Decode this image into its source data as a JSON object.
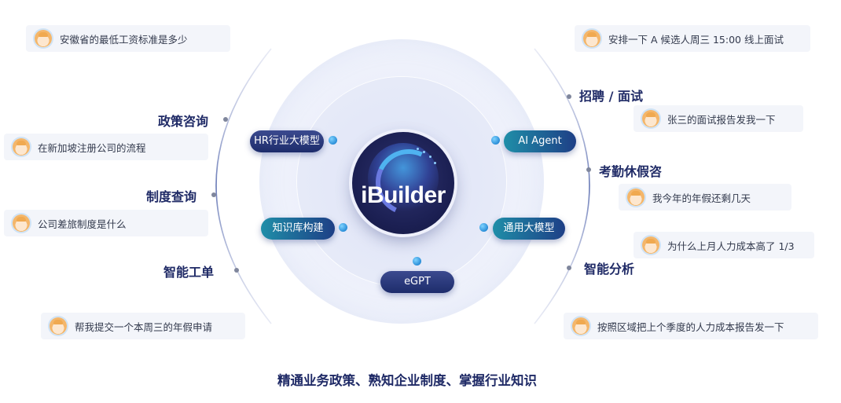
{
  "logo": {
    "text": "iBuilder"
  },
  "nodes": {
    "hr_model": "HR行业大模型",
    "ai_agent": "AI Agent",
    "knowledge": "知识库构建",
    "general_model": "通用大模型",
    "egpt": "eGPT"
  },
  "categories": {
    "policy": "政策咨询",
    "rules": "制度查询",
    "ticket": "智能工单",
    "recruit": "招聘 / 面试",
    "attendance": "考勤休假咨",
    "analysis": "智能分析"
  },
  "questions": {
    "q1": "安徽省的最低工资标准是多少",
    "q2": "在新加坡注册公司的流程",
    "q3": "公司差旅制度是什么",
    "q4": "帮我提交一个本周三的年假申请",
    "q5": "安排一下 A 候选人周三 15:00 线上面试",
    "q6": "张三的面试报告发我一下",
    "q7": "我今年的年假还剩几天",
    "q8": "为什么上月人力成本高了 1/3",
    "q9": "按照区域把上个季度的人力成本报告发一下"
  },
  "tagline": "精通业务政策、熟知企业制度、掌握行业知识",
  "colors": {
    "heading": "#1f2a66",
    "node_dark": "#1d2c6b",
    "node_teal": "#1f8ea8",
    "bubble_bg": "#f3f5fa",
    "accent_dot": "#2b8ed8"
  }
}
